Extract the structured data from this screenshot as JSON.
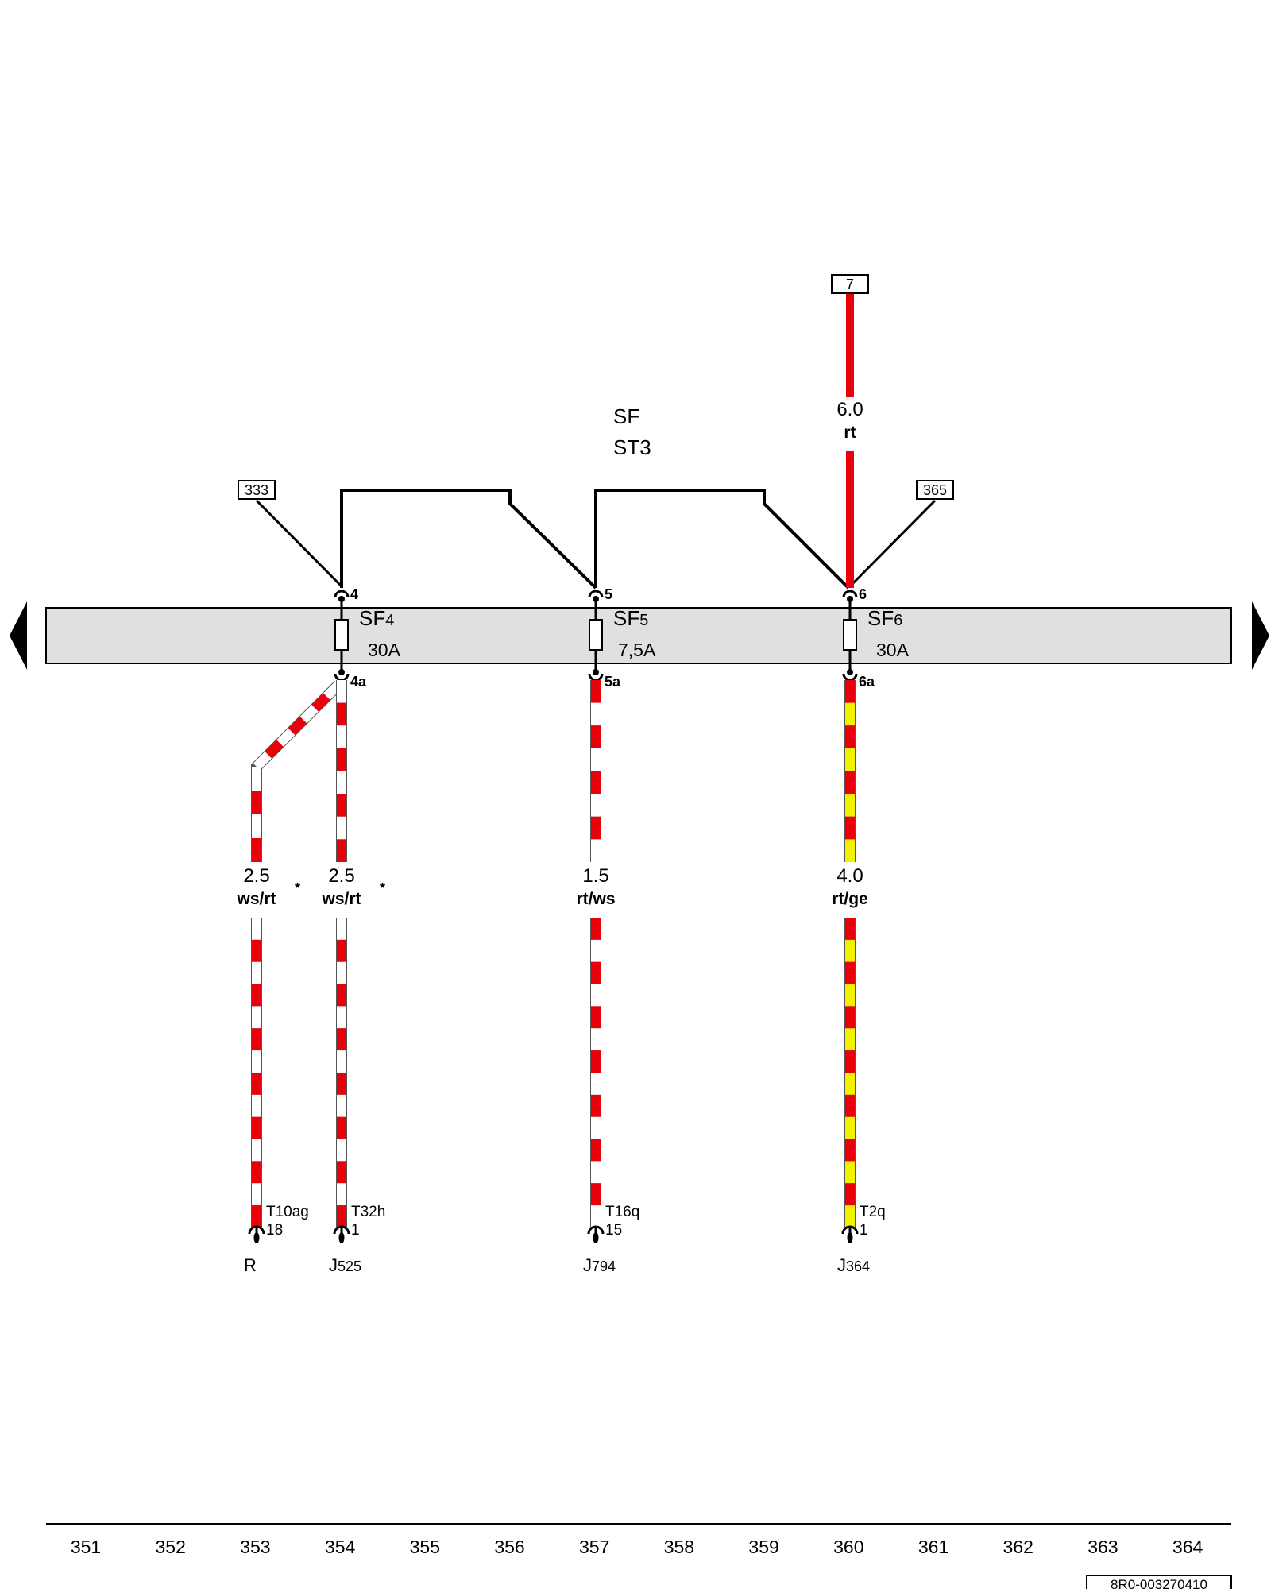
{
  "colors": {
    "rt": "#e8000b",
    "ws": "#ffffff",
    "ge": "#f2f200",
    "strip_fill": "#e0e0e0",
    "line": "#000000"
  },
  "module": {
    "name": "SF",
    "sub": "ST3"
  },
  "fuses": [
    {
      "name": "SF4",
      "rating": "30A",
      "pin_in": "4",
      "pin_out": "4a"
    },
    {
      "name": "SF5",
      "rating": "7,5A",
      "pin_in": "5",
      "pin_out": "5a"
    },
    {
      "name": "SF6",
      "rating": "30A",
      "pin_in": "6",
      "pin_out": "6a"
    }
  ],
  "refs": {
    "left": "333",
    "right": "365",
    "top": "7"
  },
  "top_wire": {
    "gauge": "6.0",
    "color": "rt"
  },
  "wires": [
    {
      "gauge": "2.5",
      "color": "ws/rt",
      "star": "*",
      "connector": "T10ag",
      "pin": "18",
      "component": "R",
      "comp_sub": ""
    },
    {
      "gauge": "2.5",
      "color": "ws/rt",
      "star": "*",
      "connector": "T32h",
      "pin": "1",
      "component": "J",
      "comp_sub": "525"
    },
    {
      "gauge": "1.5",
      "color": "rt/ws",
      "star": "",
      "connector": "T16q",
      "pin": "15",
      "component": "J",
      "comp_sub": "794"
    },
    {
      "gauge": "4.0",
      "color": "rt/ge",
      "star": "",
      "connector": "T2q",
      "pin": "1",
      "component": "J",
      "comp_sub": "364"
    }
  ],
  "grid_numbers": [
    "351",
    "352",
    "353",
    "354",
    "355",
    "356",
    "357",
    "358",
    "359",
    "360",
    "361",
    "362",
    "363",
    "364"
  ],
  "doc_code": "8R0-003270410"
}
